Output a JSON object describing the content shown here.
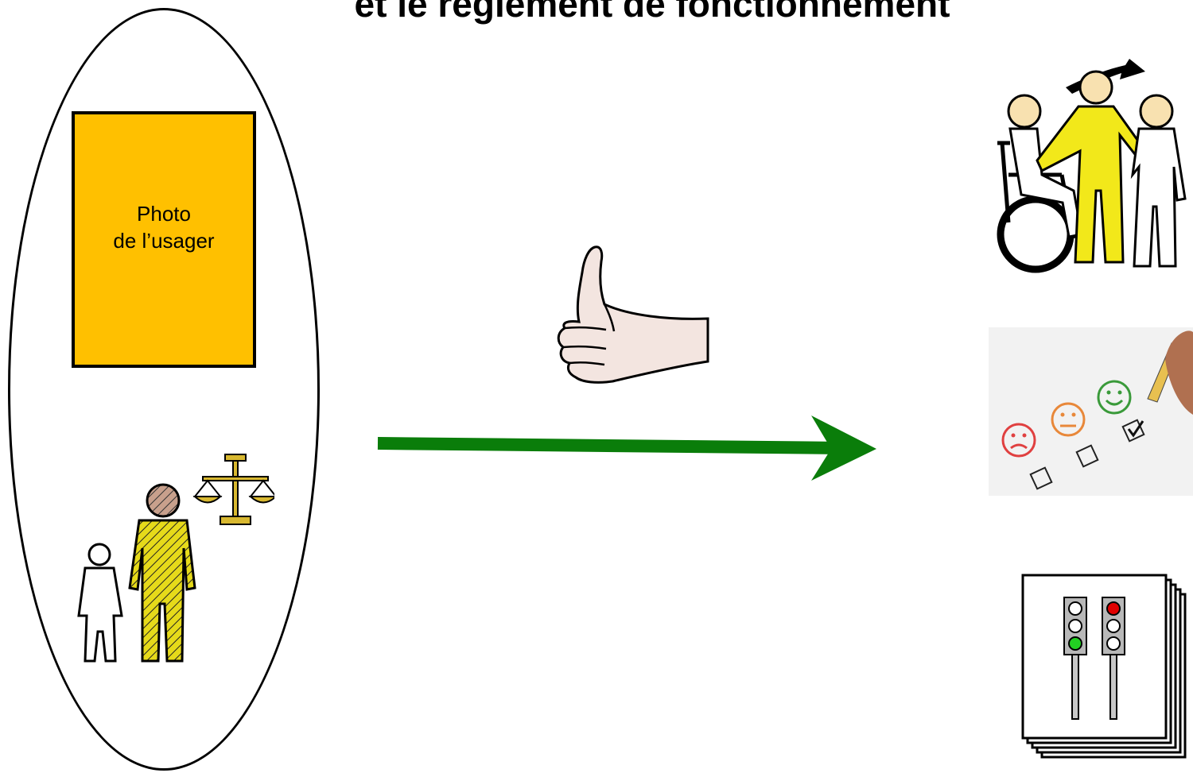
{
  "title": "et le règlement de fonctionnement",
  "photo": {
    "line1": "Photo",
    "line2": "de l’usager"
  },
  "colors": {
    "photo_box": "#FFC000",
    "arrow": "#0A7D0A",
    "guardian_figure": "#E6DA1A",
    "helper_figure": "#F2E81A",
    "traffic_red": "#E00000",
    "traffic_green": "#22D022"
  },
  "icons": [
    "guardian-justice-icon",
    "thumbs-up-icon",
    "arrow-right-icon",
    "support-people-icon",
    "satisfaction-survey-icon",
    "traffic-light-rules-icon"
  ]
}
